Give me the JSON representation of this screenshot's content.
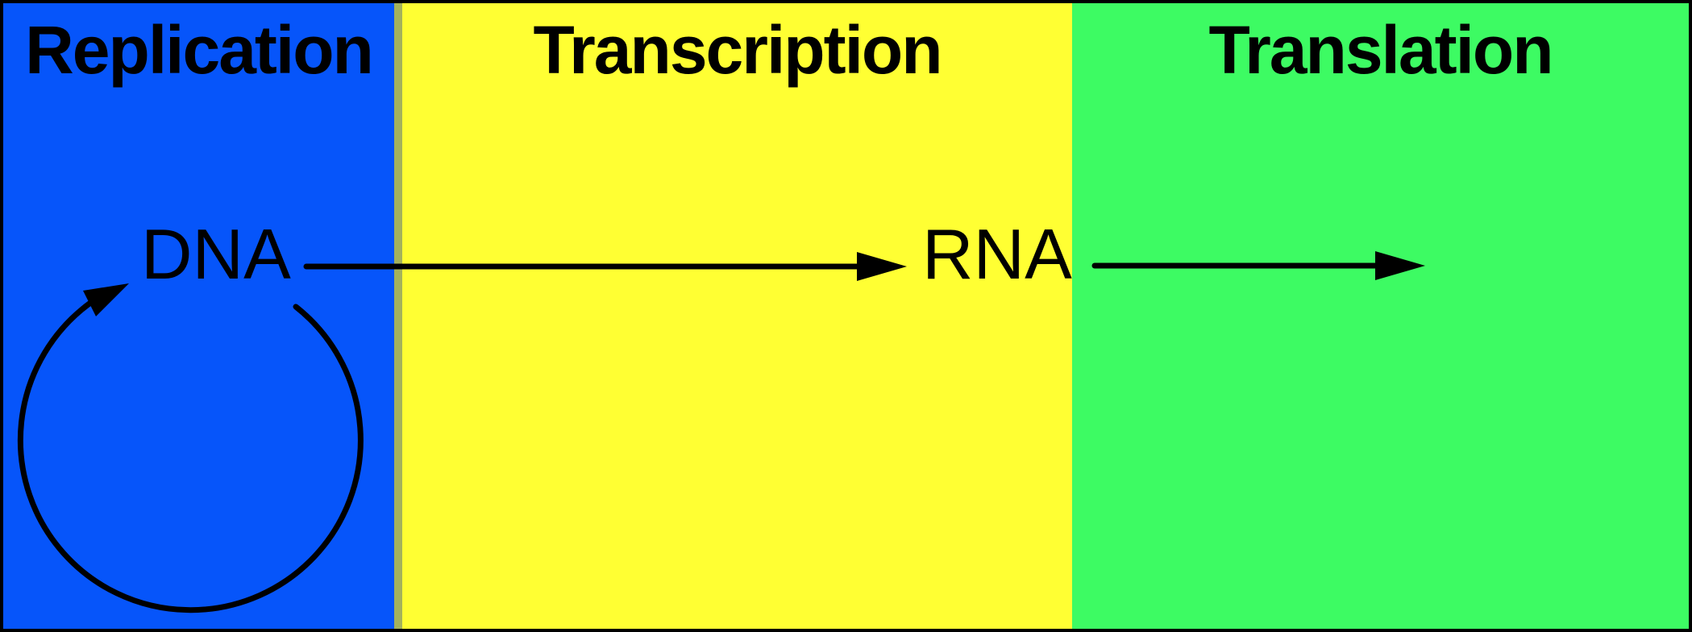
{
  "diagram": {
    "panels": [
      {
        "id": "replication",
        "label": "Replication",
        "bg_color": "#0655FA",
        "node": "DNA"
      },
      {
        "id": "transcription",
        "label": "Transcription",
        "bg_color": "#FFFF33",
        "node": "RNA"
      },
      {
        "id": "translation",
        "label": "Translation",
        "bg_color": "#3DFB63",
        "node": ""
      }
    ],
    "nodes": {
      "dna": "DNA",
      "rna": "RNA"
    },
    "arrows": [
      {
        "name": "replication-loop",
        "type": "circular-self-loop",
        "from": "DNA",
        "to": "DNA"
      },
      {
        "name": "transcription-arrow",
        "type": "straight-right",
        "from": "DNA",
        "to": "RNA"
      },
      {
        "name": "translation-arrow",
        "type": "straight-right",
        "from": "RNA",
        "to": ""
      }
    ],
    "colors": {
      "arrow": "#000000",
      "frame_border": "#000000",
      "panel_divider": "#A4B25C",
      "text": "#000000"
    }
  }
}
